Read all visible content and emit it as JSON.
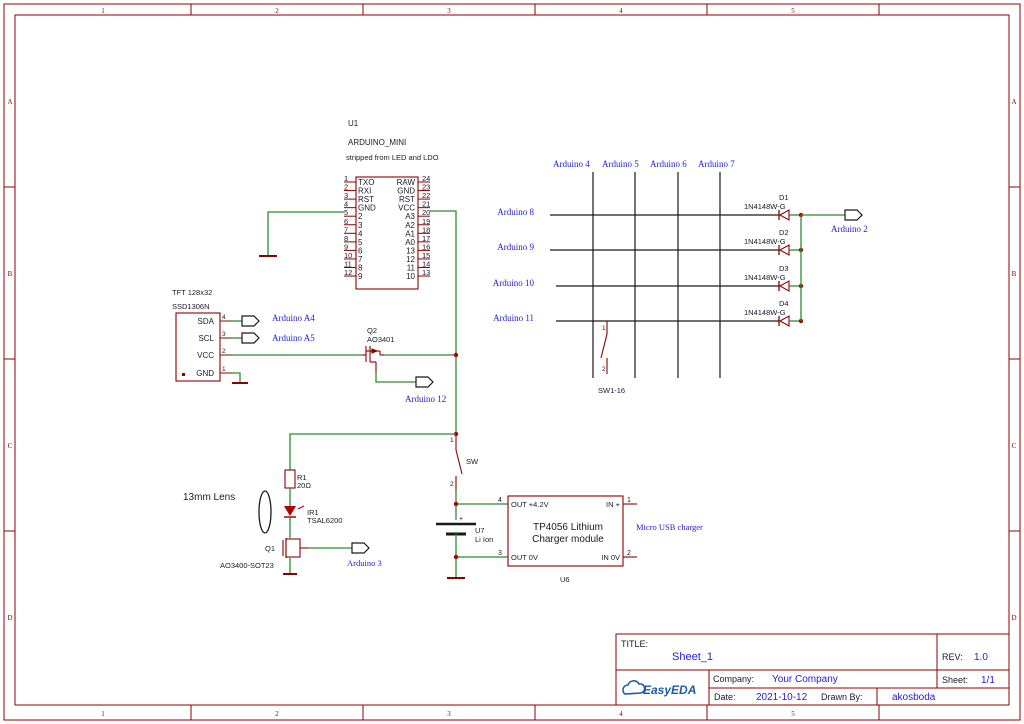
{
  "frame": {
    "cols": [
      "1",
      "2",
      "3",
      "4",
      "5"
    ],
    "rows": [
      "A",
      "B",
      "C",
      "D"
    ]
  },
  "u1": {
    "ref": "U1",
    "name": "ARDUINO_MINI",
    "note": "stripped from LED and LDO",
    "left_pins": [
      {
        "num": "1",
        "name": "TXO"
      },
      {
        "num": "2",
        "name": "RXI"
      },
      {
        "num": "3",
        "name": "RST"
      },
      {
        "num": "4",
        "name": "GND"
      },
      {
        "num": "5",
        "name": "2"
      },
      {
        "num": "6",
        "name": "3"
      },
      {
        "num": "7",
        "name": "4"
      },
      {
        "num": "8",
        "name": "5"
      },
      {
        "num": "9",
        "name": "6"
      },
      {
        "num": "10",
        "name": "7"
      },
      {
        "num": "11",
        "name": "8"
      },
      {
        "num": "12",
        "name": "9"
      }
    ],
    "right_pins": [
      {
        "num": "24",
        "name": "RAW"
      },
      {
        "num": "23",
        "name": "GND"
      },
      {
        "num": "22",
        "name": "RST"
      },
      {
        "num": "21",
        "name": "VCC"
      },
      {
        "num": "20",
        "name": "A3"
      },
      {
        "num": "19",
        "name": "A2"
      },
      {
        "num": "18",
        "name": "A1"
      },
      {
        "num": "17",
        "name": "A0"
      },
      {
        "num": "16",
        "name": "13"
      },
      {
        "num": "15",
        "name": "12"
      },
      {
        "num": "14",
        "name": "11"
      },
      {
        "num": "13",
        "name": "10"
      }
    ]
  },
  "tft": {
    "title": "TFT 128x32",
    "ref": "SSD1306N",
    "pins": [
      {
        "num": "4",
        "name": "SDA"
      },
      {
        "num": "3",
        "name": "SCL"
      },
      {
        "num": "2",
        "name": "VCC"
      },
      {
        "num": "1",
        "name": "GND"
      }
    ]
  },
  "nets": {
    "a4": "Arduino A4",
    "a5": "Arduino A5",
    "a12": "Arduino 12",
    "a2": "Arduino 2",
    "a3": "Arduino 3",
    "cols": [
      "Arduino 4",
      "Arduino 5",
      "Arduino 6",
      "Arduino 7"
    ],
    "rows": [
      "Arduino 8",
      "Arduino 9",
      "Arduino 10",
      "Arduino 11"
    ]
  },
  "q2": {
    "ref": "Q2",
    "value": "AO3401"
  },
  "diodes": [
    {
      "ref": "D1",
      "value": "1N4148W-G"
    },
    {
      "ref": "D2",
      "value": "1N4148W-G"
    },
    {
      "ref": "D3",
      "value": "1N4148W-G"
    },
    {
      "ref": "D4",
      "value": "1N4148W-G"
    }
  ],
  "sw_matrix": {
    "ref": "SW1-16",
    "pin1": "1",
    "pin2": "2"
  },
  "sw": {
    "ref": "SW",
    "pin1": "1",
    "pin2": "2"
  },
  "r1": {
    "ref": "R1",
    "value": "20Ω"
  },
  "ir1": {
    "ref": "IR1",
    "value": "TSAL6200"
  },
  "lens": "13mm Lens",
  "q1": {
    "ref": "Q1",
    "value": "AO3400-SOT23"
  },
  "battery": {
    "ref": "U7",
    "value": "Li Ion"
  },
  "tp4056": {
    "title1": "TP4056 Lithium",
    "title2": "Charger module",
    "ref": "U6",
    "out_pos": "OUT +4.2V",
    "out_neg": "OUT 0V",
    "in_pos": "IN +",
    "in_neg": "IN 0V",
    "pin_out_pos": "4",
    "pin_out_neg": "3",
    "pin_in_pos": "1",
    "pin_in_neg": "2",
    "note": "Micro USB charger"
  },
  "title_block": {
    "title_label": "TITLE:",
    "title": "Sheet_1",
    "rev_label": "REV:",
    "rev": "1.0",
    "company_label": "Company:",
    "company": "Your Company",
    "sheet_label": "Sheet:",
    "sheet": "1/1",
    "date_label": "Date:",
    "date": "2021-10-12",
    "drawn_label": "Drawn By:",
    "drawn": "akosboda",
    "logo": "EasyEDA"
  },
  "colors": {
    "wire": "#2e8b2e",
    "part": "#8b0000",
    "net_text": "#1d1dd6",
    "frame": "#8b0000"
  }
}
